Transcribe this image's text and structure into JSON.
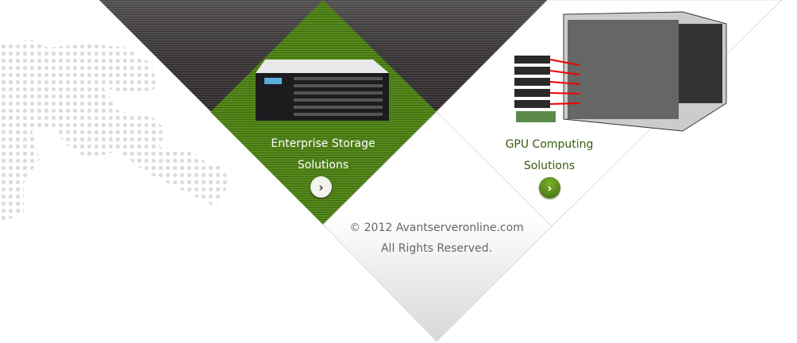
{
  "tiles": [
    {
      "title_line1": "Enterprise Storage",
      "title_line2": "Solutions",
      "button_icon": "chevron-right-icon",
      "button_glyph": "›"
    },
    {
      "title_line1": "GPU Computing",
      "title_line2": "Solutions",
      "button_icon": "chevron-right-icon",
      "button_glyph": "›"
    }
  ],
  "footer": {
    "line1": "©  2012  Avantserveronline.com",
    "line2": "All Rights Reserved."
  },
  "colors": {
    "green": "#4e7a1a",
    "dark": "#3a3536",
    "text_green": "#3a5a10"
  }
}
